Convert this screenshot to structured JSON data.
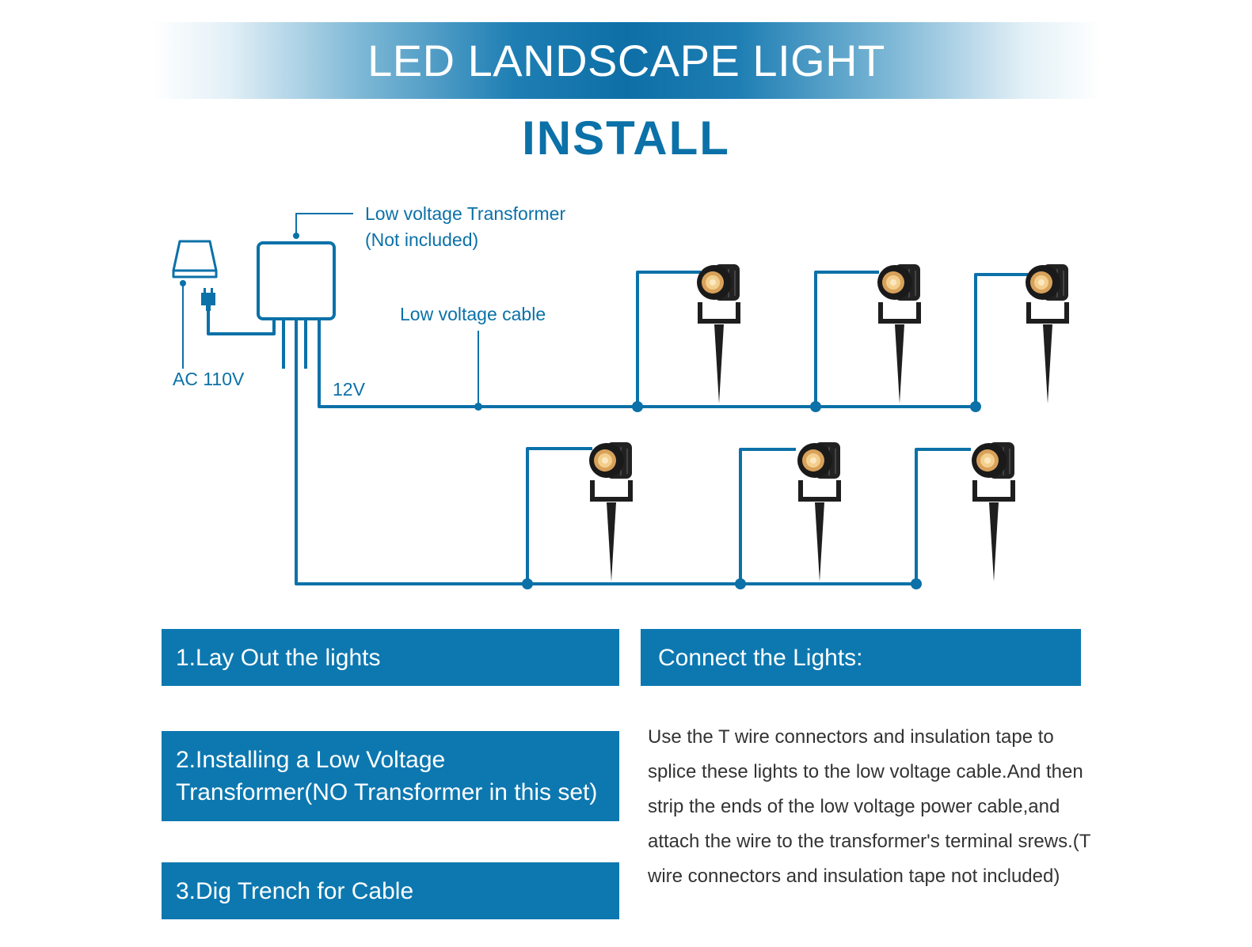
{
  "banner": {
    "title": "LED LANDSCAPE LIGHT"
  },
  "heading": "INSTALL",
  "diagram": {
    "transformer_label": "Low voltage Transformer",
    "transformer_note": "(Not included)",
    "cable_label": "Low voltage cable",
    "ac_label": "AC 110V",
    "dc_label": "12V",
    "accent_color": "#0b71a8",
    "light_count": 6
  },
  "steps": [
    {
      "label": "1.Lay Out the lights"
    },
    {
      "label": "2.Installing a Low Voltage Transformer(NO Transformer in this set)"
    },
    {
      "label": "3.Dig Trench for Cable"
    }
  ],
  "connect": {
    "title": "Connect the Lights:",
    "body": "Use the T wire connectors and insulation tape to splice these lights to the low voltage cable.And then strip the ends of the low voltage power cable,and attach the wire to the transformer's terminal srews.(T wire connectors and insulation tape not included)"
  }
}
